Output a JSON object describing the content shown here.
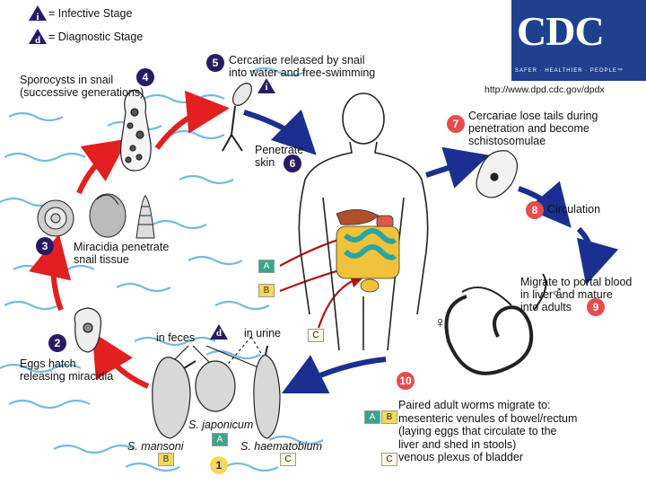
{
  "legend": {
    "infective_symbol": "i",
    "infective_label": "= Infective Stage",
    "diagnostic_symbol": "d",
    "diagnostic_label": "= Diagnostic Stage"
  },
  "logo": {
    "text": "CDC",
    "tagline": "SAFER · HEALTHIER · PEOPLE™",
    "url": "http://www.dpd.cdc.gov/dpdx"
  },
  "stages": [
    {
      "number": "1",
      "lines": [
        "",
        ""
      ]
    },
    {
      "number": "2",
      "lines": [
        "Eggs hatch",
        "releasing miracidia"
      ]
    },
    {
      "number": "3",
      "lines": [
        "Miracidia penetrate",
        "snail tissue"
      ]
    },
    {
      "number": "4",
      "lines": [
        "Sporocysts in snail",
        "(successive generations)"
      ]
    },
    {
      "number": "5",
      "lines": [
        "Cercariae released by snail",
        "into water and free-swimming"
      ]
    },
    {
      "number": "6",
      "lines": [
        "Penetrate",
        "skin"
      ]
    },
    {
      "number": "7",
      "lines": [
        "Cercariae lose tails during",
        "penetration and become",
        "schistosomulae"
      ]
    },
    {
      "number": "8",
      "lines": [
        "Circulation"
      ]
    },
    {
      "number": "9",
      "lines": [
        "Migrate to portal blood",
        "in liver and mature",
        "into adults"
      ]
    },
    {
      "number": "10",
      "lines": [
        "Paired adult worms migrate to:",
        "mesenteric venules of bowel/rectum",
        "(laying eggs that circulate to the",
        "liver and shed in stools)",
        "venous plexus of bladder"
      ]
    }
  ],
  "egg_labels": {
    "in_feces": "in feces",
    "in_urine": "in urine",
    "mansoni": "S. mansoni",
    "japonicum": "S. japonicum",
    "haematobium": "S. haematobium"
  },
  "tags": {
    "A": "A",
    "B": "B",
    "C": "C"
  },
  "sex_symbols": {
    "male": "♂",
    "female": "♀"
  },
  "colors": {
    "infective": "#2a1a66",
    "diagnostic": "#2a1a66",
    "red_arrow": "#e22020",
    "blue_arrow": "#1a2f8f",
    "tag_A": "#3aa58a",
    "tag_B": "#f5d75a",
    "cdc_blue": "#1f3f8f"
  }
}
